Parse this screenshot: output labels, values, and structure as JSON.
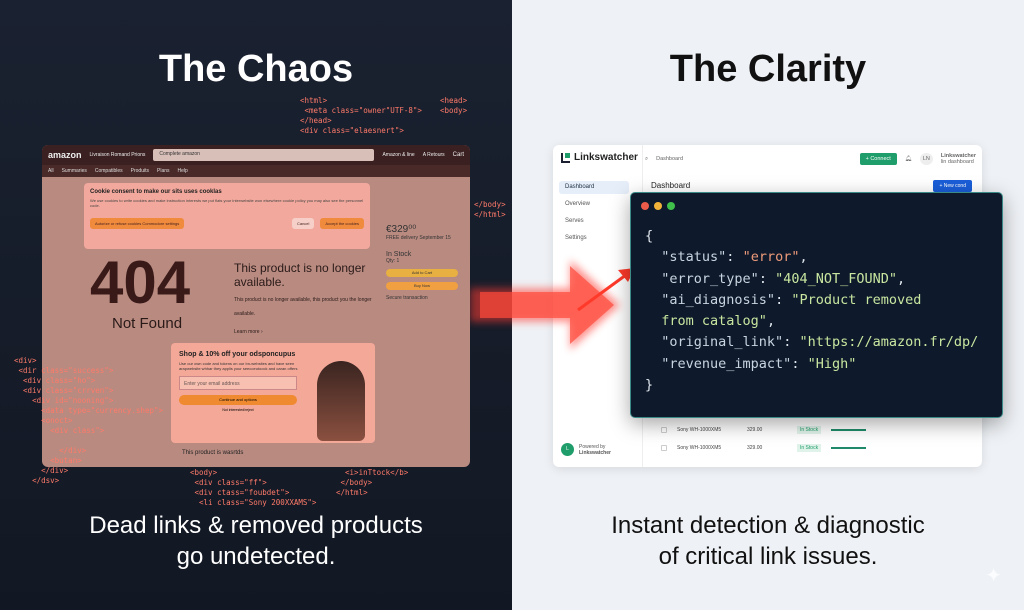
{
  "left": {
    "title": "The Chaos",
    "caption_line1": "Dead links & removed products",
    "caption_line2": "go undetected.",
    "mock": {
      "logo": "amazon",
      "deliver": "Livraison Romand Prions",
      "search": "Complete amazon",
      "search_cat": "All",
      "account": "Amazon & line",
      "returns": "A Retours",
      "cart": "Cart",
      "nav": [
        "All",
        "Summaries",
        "Compatibles",
        "Produits",
        "Plans",
        "Help"
      ],
      "cookie_title": "Cookie consent to make our sits uses cooklas",
      "cookie_text": "We use cookies to write cookies and make instruction interests we put flats your interwebsite won elsewhere cookie policy you may also see the personnel code.",
      "cookie_btn1": "Autorize or refuse cookies Commodore settings",
      "cookie_btn2": "Cancel",
      "cookie_btn3": "Accept the cookies",
      "error_code": "404",
      "error_label": "Not Found",
      "unavailable": "This product is no longer available.",
      "unavailable_sub": "This product is no longer available, this product you the longer available.",
      "learn_more": "Learn more ›",
      "price": "€329⁰⁰",
      "free_delivery": "FREE delivery September 15",
      "in_stock": "In Stock",
      "qty": "Qty: 1",
      "add_to_cart": "Add to Cart",
      "buy_now": "Buy Now",
      "secure": "Secure transaction",
      "promo_title": "Shop & 10% off your odsponcupus",
      "promo_text": "Use our own code and tokens on our bn-websites and have seen arapwebsite whhar they applis your seecoeutoock and caran offers",
      "promo_email_placeholder": "Enter your email address",
      "promo_cta": "Continue and options",
      "promo_note": "Not interested/reject",
      "footer_text": "This product is wasrtds"
    },
    "code_snippets": [
      "<html>",
      "<meta class=\"owner\"UTF-8\">",
      "</head>",
      "<head>",
      "<body>",
      "<div class=\"elaesnert\">",
      "</body>",
      "</html>",
      "<div>",
      "<dir class=\"success\">",
      "<div class=\"ho\">",
      "<div class=\"crrven\">",
      "<div id=\"nooning\">",
      "<data type=\"currency.shep\">",
      "<onoct>",
      "<div class\">",
      "</div>",
      "<butan>",
      "</div>",
      "</dsv>",
      "<body>",
      "<div class=\"ff\">",
      "<div ctass=\"foubdet\">",
      "<li class=\"Sony 200XXAMS\">",
      "<i>inTtock</b>",
      "</body>",
      "</html>"
    ]
  },
  "right": {
    "title": "The Clarity",
    "caption_line1": "Instant detection & diagnostic",
    "caption_line2": "of critical link issues.",
    "dashboard": {
      "brand": "Linkswatcher",
      "search_placeholder": "Dashboard",
      "connect": "+ Connect",
      "user_name": "Linkswatcher",
      "user_sub": "lin dashboard",
      "user_initials": "LN",
      "nav": [
        "Dashboard",
        "Overview",
        "Serves",
        "Settings"
      ],
      "heading": "Dashboard",
      "new_button": "+ New cond",
      "rows": [
        {
          "product": "Sony WH-1000XM5",
          "price": "329.00",
          "status": "In Stock"
        },
        {
          "product": "Sony WH-1000XM5",
          "price": "329.00",
          "status": "In Stock"
        }
      ],
      "powered_by": "Powered by",
      "powered_name": "Linkswatcher",
      "accent": "#1f9d6a"
    },
    "terminal": {
      "open": "{",
      "close": "}",
      "lines": [
        {
          "key": "\"status\"",
          "value": "\"error\"",
          "end": ","
        },
        {
          "key": "\"error_type\"",
          "value": "\"404_NOT_FOUND\"",
          "end": ","
        },
        {
          "key": "\"ai_diagnosis\"",
          "value": "\"Product removed",
          "end": ""
        },
        {
          "key": "",
          "value": "from catalog\"",
          "end": ","
        },
        {
          "key": "\"original_link\"",
          "value": "\"https://amazon.fr/dp/",
          "end": ""
        },
        {
          "key": "\"revenue_impact\"",
          "value": "\"High\"",
          "end": ""
        }
      ]
    }
  }
}
